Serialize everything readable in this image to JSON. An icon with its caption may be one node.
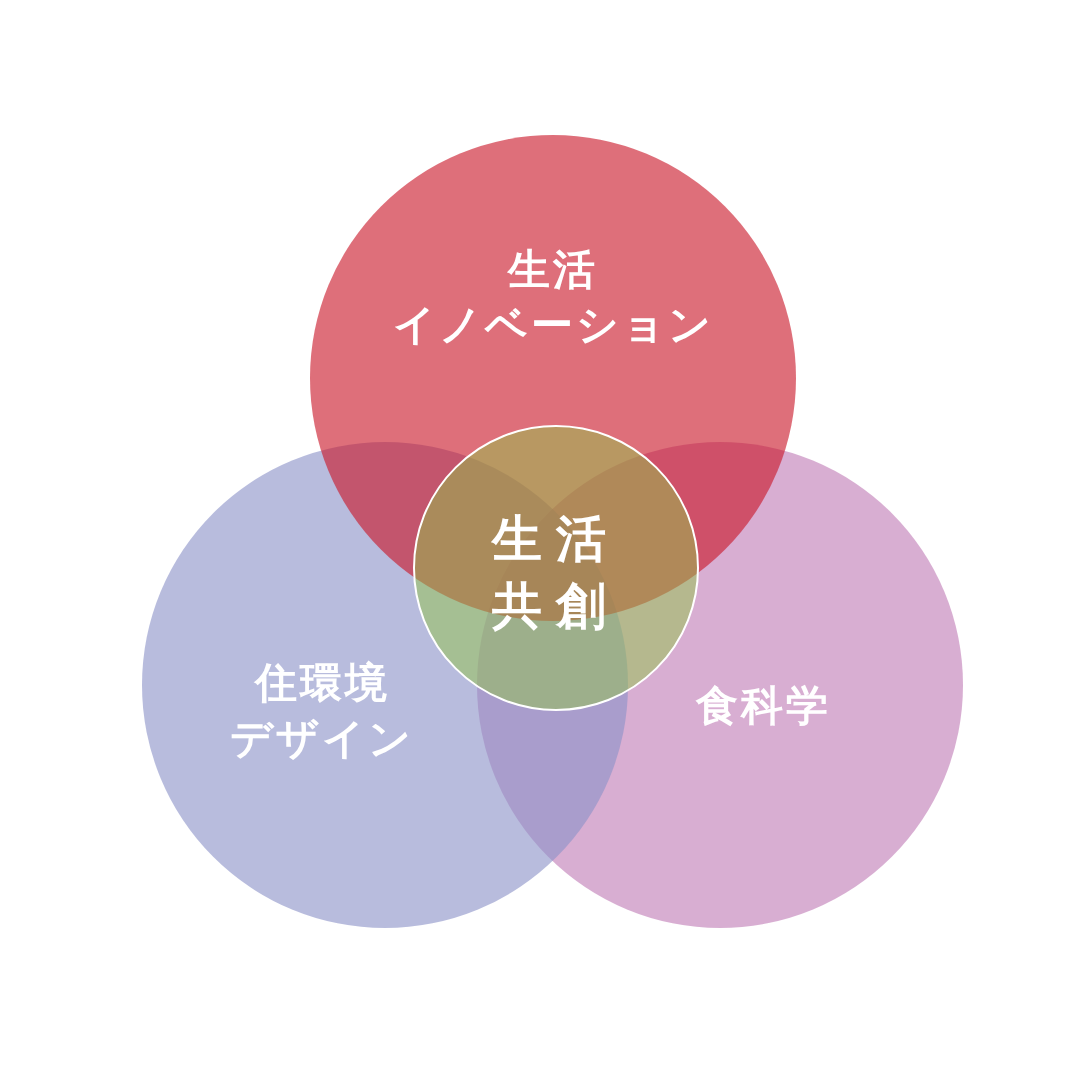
{
  "diagram": {
    "nodes": [
      {
        "text": [
          "生活イノベーション"
        ]
      },
      {
        "text": [
          "住環境デザイン"
        ]
      },
      {
        "text": [
          "食科学"
        ]
      },
      {
        "text": [
          "生活共創"
        ]
      }
    ]
  }
}
